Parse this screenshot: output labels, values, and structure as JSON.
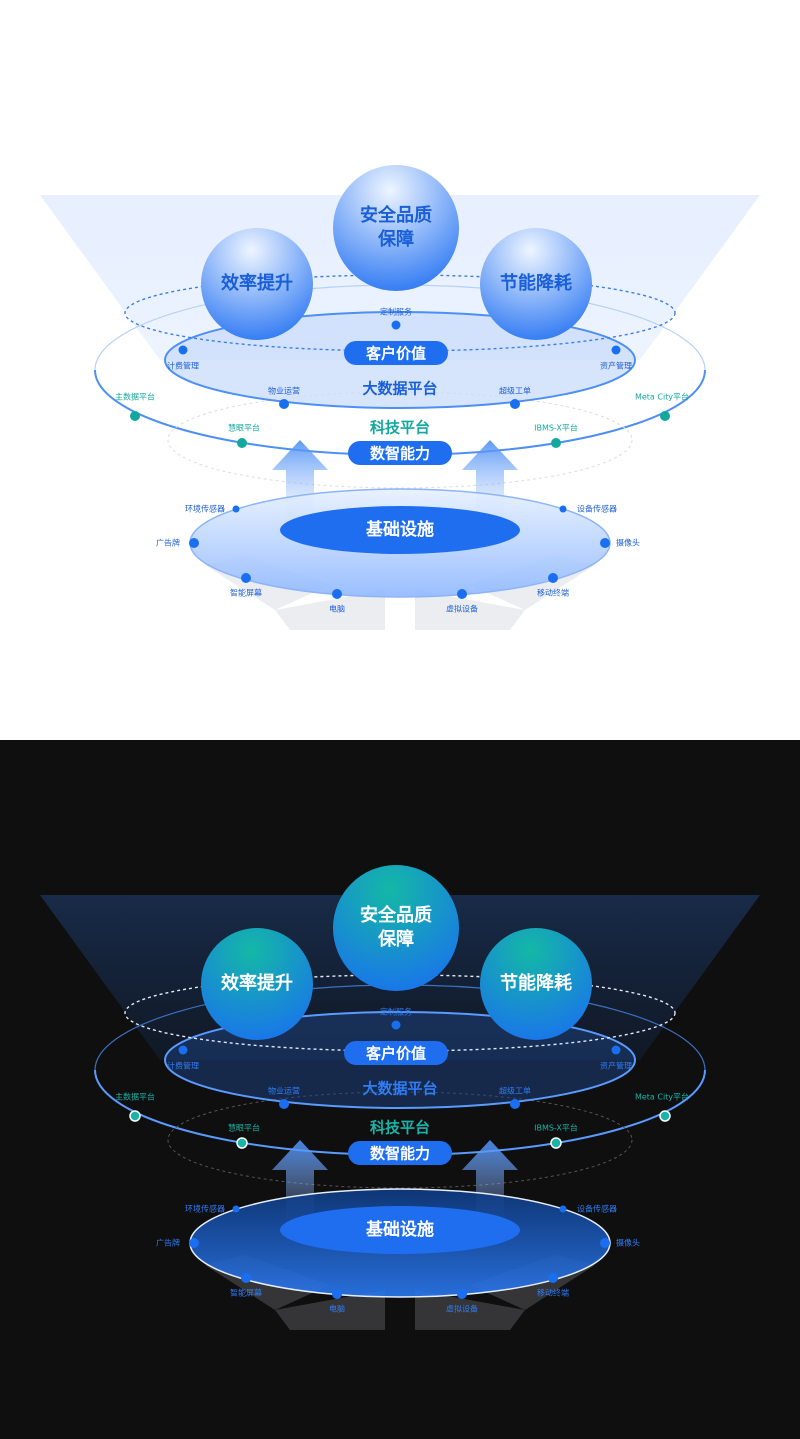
{
  "spheres": [
    "效率提升",
    "安全品质|保障",
    "节能降耗"
  ],
  "pills": {
    "customer_value": "客户价值",
    "digital_capability": "数智能力"
  },
  "platforms": {
    "big_data": "大数据平台",
    "tech": "科技平台",
    "infrastructure": "基础设施"
  },
  "customer_nodes": [
    {
      "label": "定制服务",
      "color": "blue"
    },
    {
      "label": "计费管理",
      "color": "blue"
    },
    {
      "label": "资产管理",
      "color": "blue"
    }
  ],
  "bigdata_nodes": [
    {
      "label": "物业运营"
    },
    {
      "label": "超级工单"
    }
  ],
  "tech_nodes": [
    {
      "label": "主数据平台"
    },
    {
      "label": "Meta City平台"
    },
    {
      "label": "慧眼平台"
    },
    {
      "label": "IBMS-X平台"
    }
  ],
  "infra_nodes": [
    {
      "label": "环境传感器"
    },
    {
      "label": "设备传感器"
    },
    {
      "label": "广告牌"
    },
    {
      "label": "摄像头"
    },
    {
      "label": "智能屏幕"
    },
    {
      "label": "电脑"
    },
    {
      "label": "虚拟设备"
    },
    {
      "label": "移动终端"
    }
  ],
  "themes": {
    "light": {
      "bg": "#ffffff",
      "blue": "#1a6ff0",
      "teal": "#13a89e",
      "text_blue": "#1f5fd6",
      "sphere_top": "#eef5ff",
      "sphere_bottom": "#1f6ff2",
      "line": "#4d8ff5"
    },
    "dark": {
      "bg": "#0f0f10",
      "blue": "#1a6ff0",
      "teal": "#19b3a8",
      "text_blue": "#2f7cf5",
      "sphere_top": "#14b8a6",
      "sphere_bottom": "#1a6ff0",
      "line": "#5a9bff"
    }
  }
}
